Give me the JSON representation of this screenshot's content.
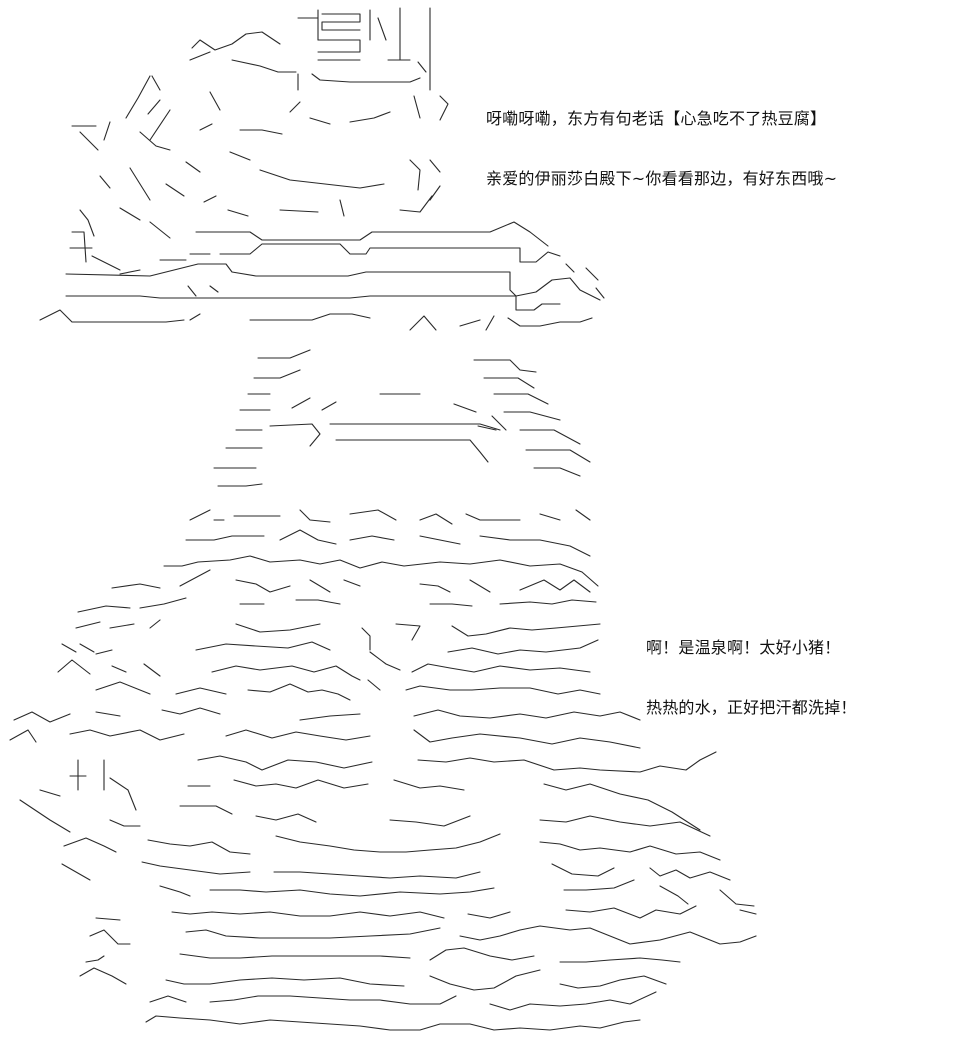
{
  "figure": {
    "top_caption": {
      "line1": "呀嘞呀嘞，东方有句老话【心急吃不了热豆腐】",
      "line2": "亲爱的伊丽莎白殿下~你看看那边，有好东西哦~"
    },
    "bottom_caption": {
      "line1": "啊！是温泉啊！太好小猪！",
      "line2": "热热的水，正好把汗都洗掉！"
    }
  }
}
